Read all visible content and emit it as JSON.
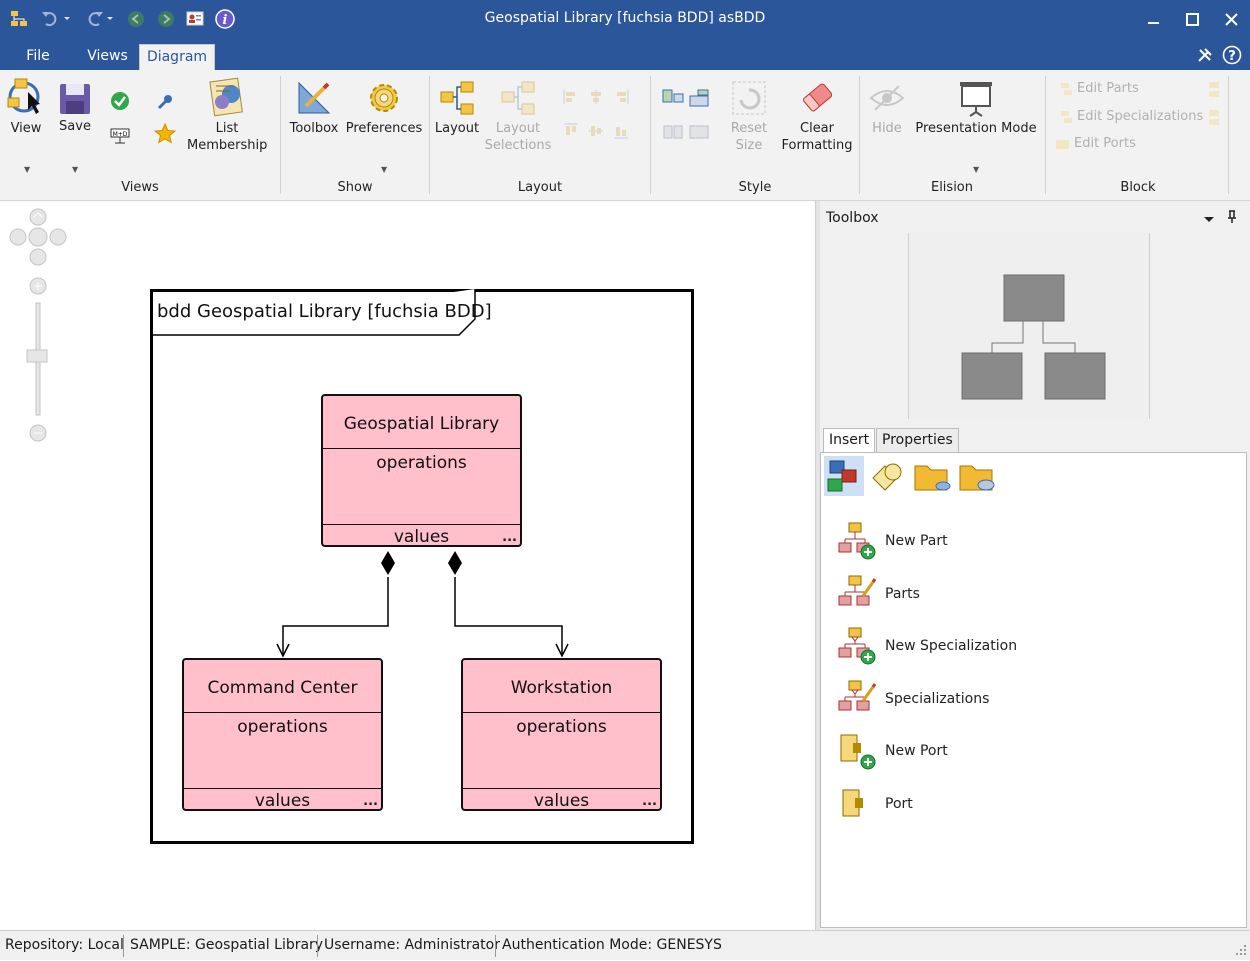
{
  "window": {
    "title": "Geospatial Library [fuchsia BDD] asBDD"
  },
  "menu": {
    "tabs": [
      {
        "label": "File"
      },
      {
        "label": "Views"
      },
      {
        "label": "Diagram"
      }
    ],
    "active_tab": "Diagram"
  },
  "ribbon": {
    "views": {
      "group_label": "Views",
      "view_label": "View",
      "save_label": "Save",
      "list_membership_label": "List Membership"
    },
    "show": {
      "group_label": "Show",
      "toolbox_label": "Toolbox",
      "preferences_label": "Preferences"
    },
    "layout": {
      "group_label": "Layout",
      "layout_label": "Layout",
      "layout_selections_label": "Layout Selections"
    },
    "style": {
      "group_label": "Style",
      "reset_size_label": "Reset Size",
      "clear_formatting_label": "Clear Formatting"
    },
    "elision": {
      "group_label": "Elision",
      "hide_label": "Hide",
      "presentation_mode_label": "Presentation Mode"
    },
    "block": {
      "group_label": "Block",
      "edit_parts": "Edit Parts",
      "edit_specializations": "Edit Specializations",
      "edit_ports": "Edit Ports"
    }
  },
  "diagram": {
    "frame_title": "bdd Geospatial Library [fuchsia BDD]",
    "block_fill": "#ffc0cb",
    "blocks": [
      {
        "name": "Geospatial Library",
        "operations": "operations",
        "values": "values",
        "more": "..."
      },
      {
        "name": "Command Center",
        "operations": "operations",
        "values": "values",
        "more": "..."
      },
      {
        "name": "Workstation",
        "operations": "operations",
        "values": "values",
        "more": "..."
      }
    ]
  },
  "toolbox": {
    "title": "Toolbox",
    "tabs": [
      {
        "label": "Insert"
      },
      {
        "label": "Properties"
      }
    ],
    "active_tab": "Insert",
    "items": [
      {
        "label": "New Part",
        "icon": "new-part-icon"
      },
      {
        "label": "Parts",
        "icon": "parts-icon"
      },
      {
        "label": "New Specialization",
        "icon": "new-specialization-icon"
      },
      {
        "label": "Specializations",
        "icon": "specializations-icon"
      },
      {
        "label": "New Port",
        "icon": "new-port-icon"
      },
      {
        "label": "Port",
        "icon": "port-icon"
      }
    ]
  },
  "status": {
    "repository": "Repository: Local",
    "project": "SAMPLE: Geospatial Library",
    "username": "Username: Administrator",
    "auth": "Authentication Mode: GENESYS"
  },
  "colors": {
    "accent": "#2b579a",
    "ribbon_bg": "#f2f2f2",
    "block_fill": "#ffc0cb"
  }
}
